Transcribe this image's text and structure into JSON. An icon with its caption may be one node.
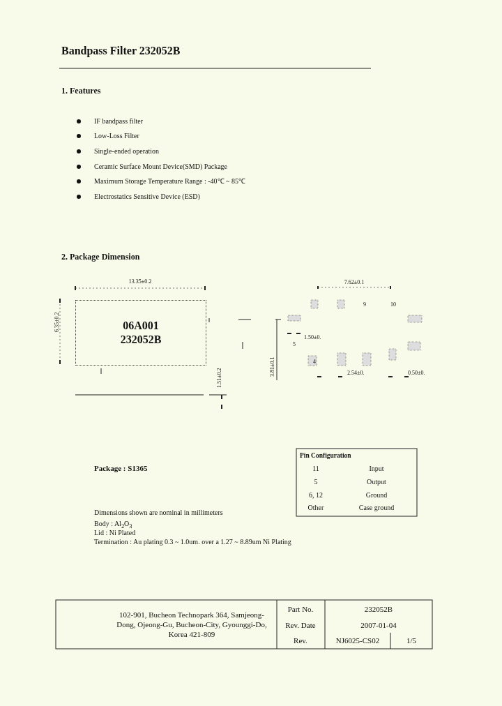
{
  "diagram": {
    "title": "Bandpass Filter 232052B",
    "nodes": [
      {
        "text": [
          "06A001",
          "232052B"
        ]
      }
    ],
    "labels": [
      "1. Features",
      "IF bandpass filter",
      "Low-Loss Filter",
      "Single-ended operation",
      "Ceramic Surface Mount Device(SMD) Package",
      "Maximum Storage Temperature Range : -40℃ ~ 85℃",
      "Electrostatics Sensitive Device (ESD)",
      "2. Package Dimension",
      "13.35±0.2",
      "6.35±0.2",
      "1.51±0.2",
      "7.62±0.1",
      "9",
      "10",
      "1.50±0.",
      "3.81±0.1",
      "5",
      "4",
      "2.54±0.",
      "0.50±0.",
      "Pin Configuration",
      "11",
      "Input",
      "5",
      "Output",
      "6, 12",
      "Ground",
      "Other",
      "Case ground",
      "Package : S1365",
      "Dimensions shown are nominal in millimeters",
      "Body : Al$_{2}$O$_{3}$",
      "Lid : Ni Plated",
      "Termination : Au plating 0.3 ~ 1.0um. over a 1.27 ~ 8.89um Ni Plating",
      "102-901, Bucheon Technopark 364, Samjeong-Dong, Ojeong-Gu, Bucheon-City, Gyounggi-Do, Korea 421-809",
      "Part No.",
      "232052B",
      "Rev. Date",
      "2007-01-04",
      "Rev.",
      "NJ6025-CS02",
      "1/5"
    ]
  }
}
